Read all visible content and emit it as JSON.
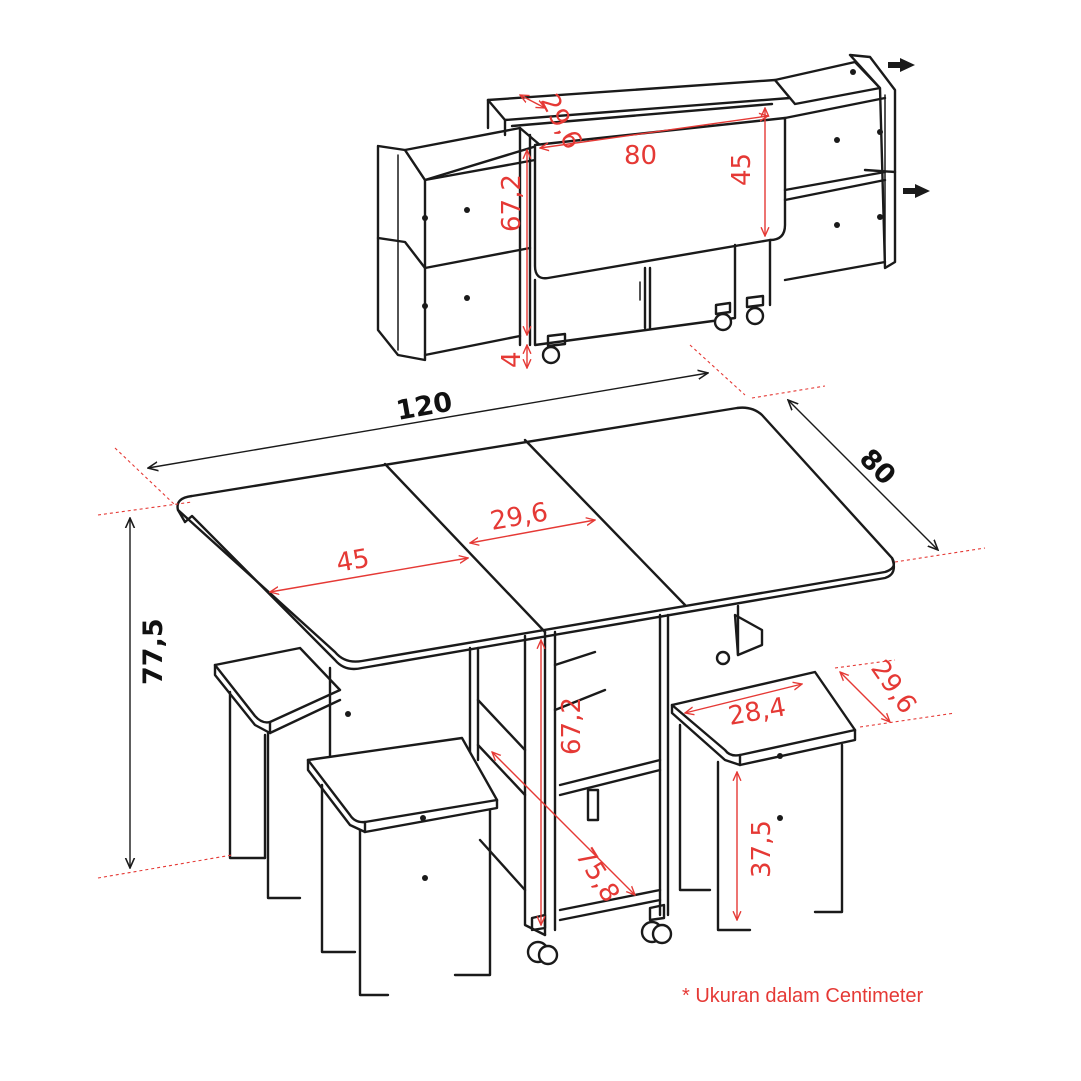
{
  "dimensions": {
    "folded": {
      "top_depth": "29,6",
      "top_width": "80",
      "leaf_height": "45",
      "body_height": "67,2",
      "caster_height": "4"
    },
    "open": {
      "length": "120",
      "depth": "80",
      "total_height": "77,5",
      "leaf_width": "45",
      "center_width": "29,6",
      "inner_height": "67,2",
      "inner_diagonal": "75,8",
      "stool_width": "28,4",
      "stool_depth": "29,6",
      "stool_height": "37,5"
    }
  },
  "note": "* Ukuran dalam Centimeter",
  "colors": {
    "dimension": "#e53935",
    "outline": "#1a1a1a",
    "background": "#ffffff"
  }
}
